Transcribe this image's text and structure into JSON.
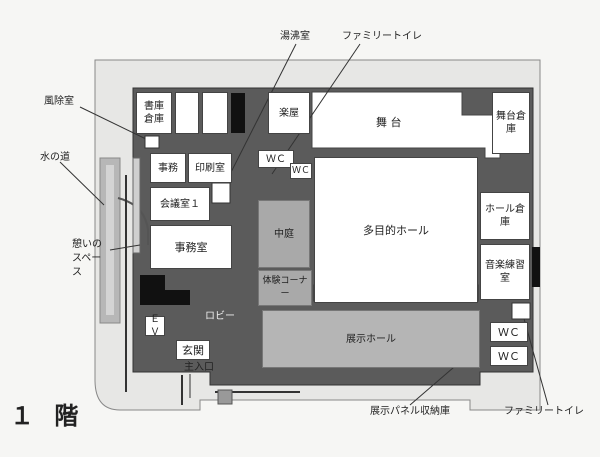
{
  "floor_label": "１ 階",
  "callouts": {
    "wind_room": "風除室",
    "water_path": "水の道",
    "rest_space": "憩いのスペース",
    "kettle_room": "湯沸室",
    "family_toilet_top": "ファミリートイレ",
    "family_toilet_bottom": "ファミリートイレ",
    "panel_storage": "展示パネル収納庫",
    "main_entrance": "主入口"
  },
  "rooms": {
    "archive": "書庫",
    "storage": "倉庫",
    "dressing": "楽屋",
    "stage": "舞 台",
    "stage_storage": "舞台倉庫",
    "office": "事務",
    "print": "印刷室",
    "wc1": "ＷＣ",
    "wc2": "ＷＣ",
    "meeting": "会議室１",
    "courtyard": "中庭",
    "hall": "多目的ホール",
    "hall_storage": "ホール倉庫",
    "office_room": "事務室",
    "music": "音楽練習室",
    "experience": "体験コーナー",
    "lobby": "ロビー",
    "ev": "ＥＶ",
    "exhibit": "展示ホール",
    "wc3": "ＷＣ",
    "wc4": "ＷＣ",
    "entrance": "玄関"
  }
}
